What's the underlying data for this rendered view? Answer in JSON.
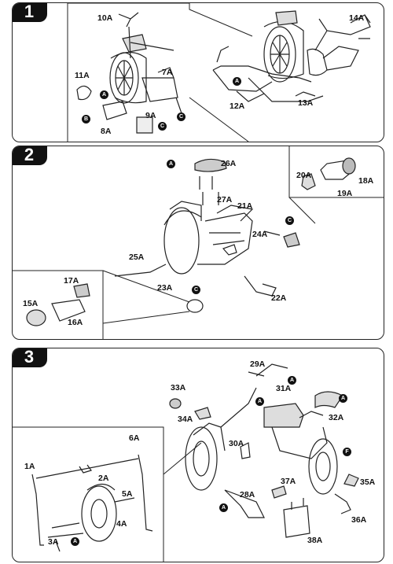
{
  "steps": [
    {
      "number": "1"
    },
    {
      "number": "2"
    },
    {
      "number": "3"
    }
  ],
  "parts": {
    "p10a": "10A",
    "p14a": "14A",
    "p11a": "11A",
    "p7a": "7A",
    "p9a": "9A",
    "p8a": "8A",
    "p12a": "12A",
    "p13a": "13A",
    "p26a": "26A",
    "p20a": "20A",
    "p18a": "18A",
    "p19a": "19A",
    "p27a": "27A",
    "p21a": "21A",
    "p24a": "24A",
    "p25a": "25A",
    "p23a": "23A",
    "p22a": "22A",
    "p17a": "17A",
    "p15a": "15A",
    "p16a": "16A",
    "p29a": "29A",
    "p33a": "33A",
    "p31a": "31A",
    "p34a": "34A",
    "p32a": "32A",
    "p30a": "30A",
    "p6a": "6A",
    "p1a": "1A",
    "p2a": "2A",
    "p5a": "5A",
    "p4a": "4A",
    "p3a": "3A",
    "p28a": "28A",
    "p37a": "37A",
    "p35a": "35A",
    "p36a": "36A",
    "p38a": "38A"
  },
  "markers": {
    "a": "A",
    "b": "B",
    "c": "C",
    "f": "F"
  }
}
